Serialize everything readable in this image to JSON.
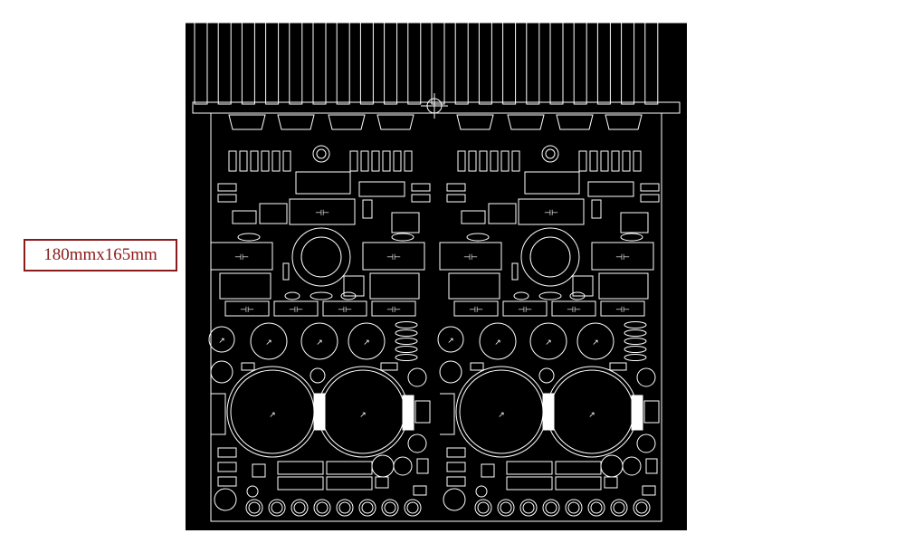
{
  "board": {
    "dimension_label": "180mmx165mm",
    "channels": 2,
    "colors": {
      "board": "#000000",
      "trace": "#ffffff",
      "label_border": "#8b1a1a",
      "label_text": "#8b1a1a"
    },
    "heatsink_fins": 20,
    "symbols": {
      "capacitor": "⊣⊢",
      "polarized": "↗"
    }
  }
}
